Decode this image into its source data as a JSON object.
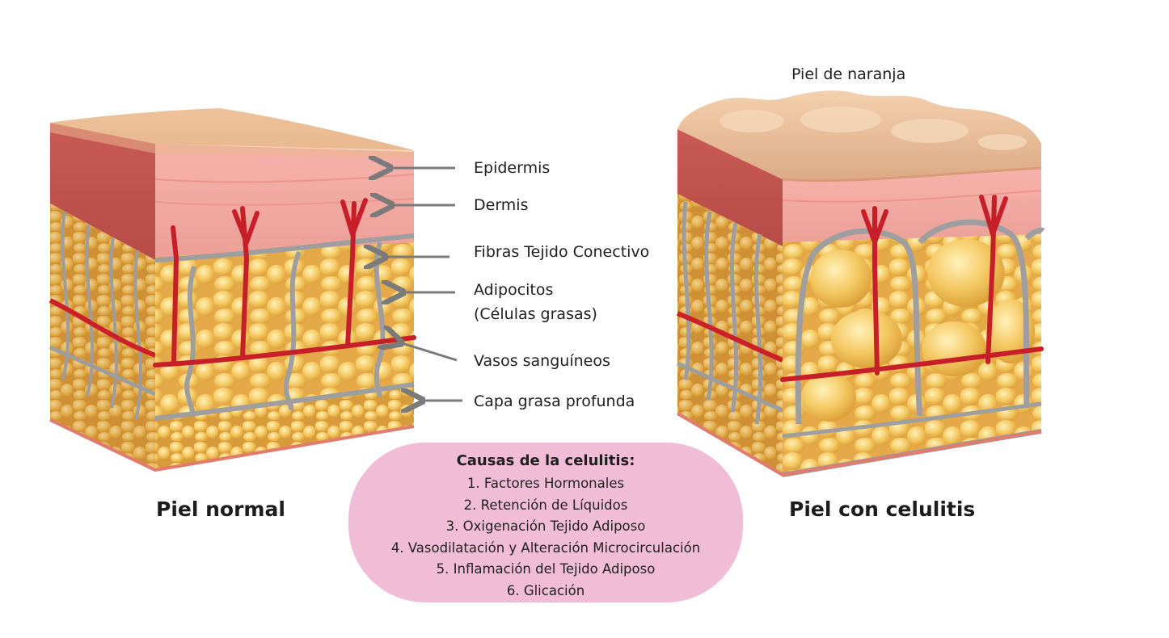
{
  "labels": {
    "epidermis": "Epidermis",
    "dermis": "Dermis",
    "fibers": "Fibras Tejido Conectivo",
    "adipocytes_line1": "Adipocitos",
    "adipocytes_line2": "(Células grasas)",
    "vessels": "Vasos sanguíneos",
    "deep_fat": "Capa grasa profunda",
    "orange_peel": "Piel de naranja"
  },
  "titles": {
    "normal": "Piel normal",
    "cellulite": "Piel con celulitis"
  },
  "causes": {
    "heading": "Causas de la celulitis:",
    "items": [
      "1. Factores Hormonales",
      "2. Retención de Líquidos",
      "3. Oxigenación Tejido Adiposo",
      "4. Vasodilatación y Alteración Microcirculación",
      "5. Inflamación del Tejido Adiposo",
      "6. Glicación"
    ]
  },
  "colors": {
    "epidermis_top": "#efc9a0",
    "dermis": "#f1a9a2",
    "fat": "#f2c160",
    "fiber": "#a8a8a8",
    "vessel": "#c9202a",
    "causes_box": "#f0bcd6",
    "arrow": "#7a7a7a"
  }
}
